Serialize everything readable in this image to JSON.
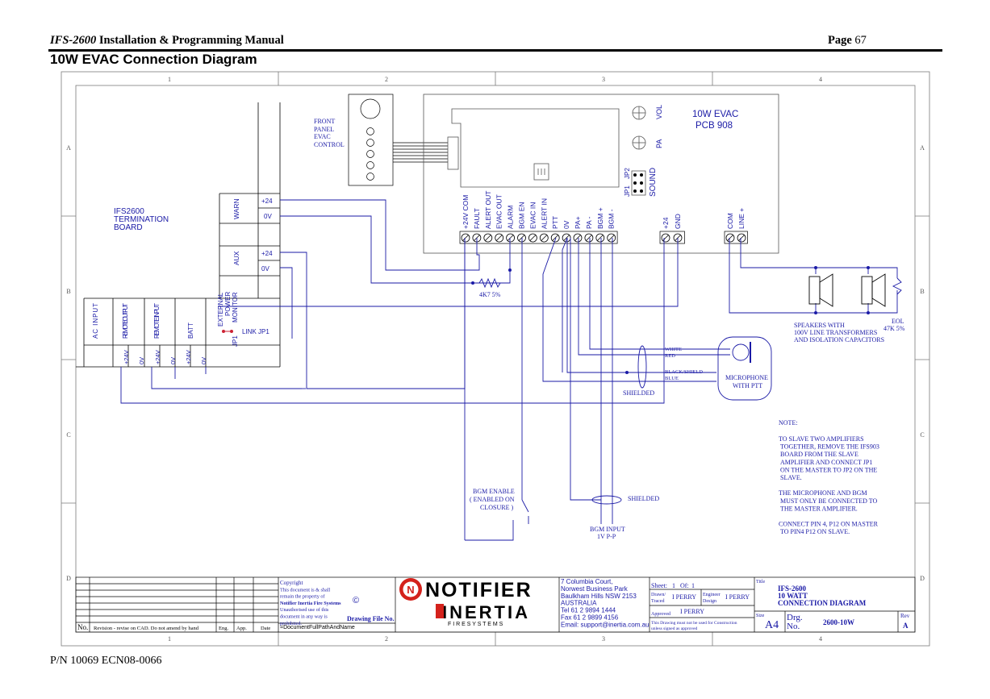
{
  "header": {
    "manual_model": "IFS-2600",
    "manual_title": "Installation & Programming Manual",
    "page_word": "Page",
    "page_number": "67"
  },
  "page_title": "10W EVAC Connection Diagram",
  "footer": {
    "part_number": "P/N 10069 ECN08-0066"
  },
  "frame": {
    "columns": [
      "1",
      "2",
      "3",
      "4"
    ],
    "rows": [
      "A",
      "B",
      "C",
      "D"
    ]
  },
  "termination_board": {
    "name": [
      "IFS2600",
      "TERMINATION",
      "BOARD"
    ],
    "warn": {
      "label": "WARN",
      "plus": "+24",
      "zero": "0V"
    },
    "aux": {
      "label": "AUX",
      "plus": "+24",
      "zero": "0V"
    },
    "external_monitor": [
      "EXTERNAL",
      "POWER",
      "MONITOR"
    ],
    "jp1": "JP1",
    "link_jp1": "LINK JP1",
    "bottom_groups": [
      {
        "label": "AC INPUT",
        "terms": []
      },
      {
        "label": "REMOTE OUTPUT",
        "terms": [
          "+24V",
          "0V"
        ]
      },
      {
        "label": "REMOTE INPUT",
        "terms": [
          "+24V",
          "0V"
        ]
      },
      {
        "label": "BATT",
        "terms": [
          "+24V",
          "0V"
        ]
      }
    ]
  },
  "front_panel": [
    "FRONT",
    "PANEL",
    "EVAC",
    "CONTROL"
  ],
  "pcb": {
    "title": [
      "10W  EVAC",
      "PCB 908"
    ],
    "vol": "VOL",
    "pa": "PA",
    "jumpers": [
      "JP1",
      "JP2"
    ],
    "sound": "SOUND",
    "terminals": [
      "+24V COM",
      "FAULT",
      "ALERT OUT",
      "EVAC OUT",
      "ALARM",
      "BGM EN",
      "EVAC IN",
      "ALERT IN",
      "PTT",
      "0V",
      "PA+",
      "PA -",
      "BGM +",
      "BGM -"
    ],
    "power_terminals": [
      "+24",
      "GND"
    ],
    "line_terminals": [
      "COM",
      "LINE +"
    ]
  },
  "labels": {
    "resistor": "4K7 5%",
    "white": "WHITE",
    "red": "RED",
    "black_shield": "BLACK/SHIELD",
    "blue": "BLUE",
    "shielded": "SHIELDED",
    "shielded2": "SHIELDED",
    "microphone": [
      "MICROPHONE",
      "WITH PTT"
    ],
    "speakers": [
      "SPEAKERS WITH",
      "100V LINE TRANSFORMERS",
      "AND ISOLATION CAPACITORS"
    ],
    "eol": [
      "EOL",
      "47K 5%"
    ],
    "bgm_enable": [
      "BGM ENABLE",
      "( ENABLED ON",
      "CLOSURE )"
    ],
    "bgm_input": [
      "BGM INPUT",
      "1V P-P"
    ]
  },
  "note": {
    "heading": "NOTE:",
    "p1": [
      "TO SLAVE TWO AMPLIFIERS",
      "TOGETHER, REMOVE THE IFS903",
      "BOARD FROM THE SLAVE",
      "AMPLIFIER AND CONNECT JP1",
      "ON THE MASTER TO JP2 ON THE",
      "SLAVE."
    ],
    "p2": [
      "THE MICROPHONE AND BGM",
      "MUST ONLY BE CONNECTED TO",
      "THE MASTER AMPLIFIER."
    ],
    "p3": [
      "CONNECT PIN 4, P12 ON MASTER",
      "TO PIN4 P12 ON SLAVE."
    ]
  },
  "title_block": {
    "revision_headers": [
      "No.",
      "Revision - revise on CAD.  Do not amend by hand",
      "Eng.",
      "App.",
      "Date"
    ],
    "copyright": [
      "Copyright",
      "This document is & shall",
      "remain the property of",
      "Notifier Inertia Fire Systems",
      "Unauthorised use of this",
      "document in any way is",
      "prohibited."
    ],
    "copyright_symbol": "©",
    "drawing_file_label": "Drawing File No.",
    "drawing_file_value": "=DocumentFullPathAndName",
    "logo_top": "NOTIFIER",
    "logo_bottom": "INERTIA",
    "logo_sub": "F I R E   S Y S T E M S",
    "address": [
      "7 Columbia Court,",
      "Norwest Business Park",
      "Baulkham Hills NSW 2153",
      "AUSTRALIA",
      "Tel  61 2 9894 1444",
      "Fax  61 2 9899 4156",
      "Email: support@inertia.com.au"
    ],
    "sheet_label": "Sheet:",
    "sheet_value": "1",
    "of_label": "Of:",
    "of_value": "1",
    "drawn_label": [
      "Drawn/",
      "Traced"
    ],
    "drawn_value": "I PERRY",
    "engineer_label": [
      "Engineer",
      "Design"
    ],
    "engineer_value": "I PERRY",
    "approved_label": "Approved",
    "approved_value": "I PERRY",
    "construction_note": [
      "This Drawing must not be used for Construction",
      "unless signed as approved"
    ],
    "title_label": "Title",
    "title_lines": [
      "IFS-2600",
      "10 WATT",
      "CONNECTION DIAGRAM"
    ],
    "size_label": "Size",
    "size_value": "A4",
    "drg_label": [
      "Drg.",
      "No."
    ],
    "drg_value": "2600-10W",
    "rev_label": "Rev",
    "rev_value": "A"
  },
  "colors": {
    "wire": "#1a1aa6",
    "ink": "#000000",
    "frame": "#7a7a7a",
    "logo_red": "#d4221c"
  }
}
